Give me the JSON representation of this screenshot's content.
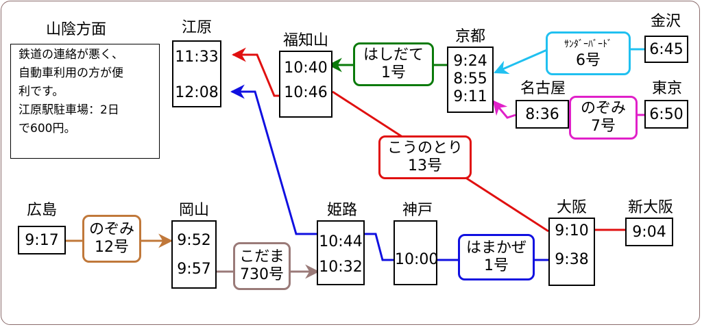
{
  "note": {
    "title": "山陰方面",
    "lines": [
      "鉄道の連絡が悪く、",
      "自動車利用の方が便",
      "利です。",
      "江原駅駐車場：2日",
      "で600円。"
    ]
  },
  "stations": {
    "ebara": {
      "name": "江原",
      "times": [
        "11:33",
        "12:08"
      ]
    },
    "fukuchiyama": {
      "name": "福知山",
      "times": [
        "10:40",
        "10:46"
      ]
    },
    "kyoto": {
      "name": "京都",
      "times": [
        "9:24",
        "8:55",
        "9:11"
      ]
    },
    "kanazawa": {
      "name": "金沢",
      "times": [
        "6:45"
      ]
    },
    "nagoya": {
      "name": "名古屋",
      "times": [
        "8:36"
      ]
    },
    "tokyo": {
      "name": "東京",
      "times": [
        "6:50"
      ]
    },
    "hiroshima": {
      "name": "広島",
      "times": [
        "9:17"
      ]
    },
    "okayama": {
      "name": "岡山",
      "times": [
        "9:52",
        "9:57"
      ]
    },
    "himeji": {
      "name": "姫路",
      "times": [
        "10:44",
        "10:32"
      ]
    },
    "kobe": {
      "name": "神戸",
      "times": [
        "10:00"
      ]
    },
    "osaka": {
      "name": "大阪",
      "times": [
        "9:10",
        "9:38"
      ]
    },
    "shinosaka": {
      "name": "新大阪",
      "times": [
        "9:04"
      ]
    }
  },
  "trains": {
    "hashidate": {
      "name": "はしだて",
      "number": "1号",
      "color": "#0a7a0a"
    },
    "thunderbird": {
      "name": "ｻﾝﾀﾞｰﾊﾞｰﾄﾞ",
      "number": "6号",
      "color": "#20c0f0"
    },
    "nozomi7": {
      "name": "のぞみ",
      "number": "7号",
      "color": "#e020c8"
    },
    "konotori": {
      "name": "こうのとり",
      "number": "13号",
      "color": "#e01010"
    },
    "nozomi12": {
      "name": "のぞみ",
      "number": "12号",
      "color": "#c0783a"
    },
    "kodama": {
      "name": "こだま",
      "number": "730号",
      "color": "#9a7a78"
    },
    "hamakaze": {
      "name": "はまかぜ",
      "number": "1号",
      "color": "#1010e0"
    }
  }
}
